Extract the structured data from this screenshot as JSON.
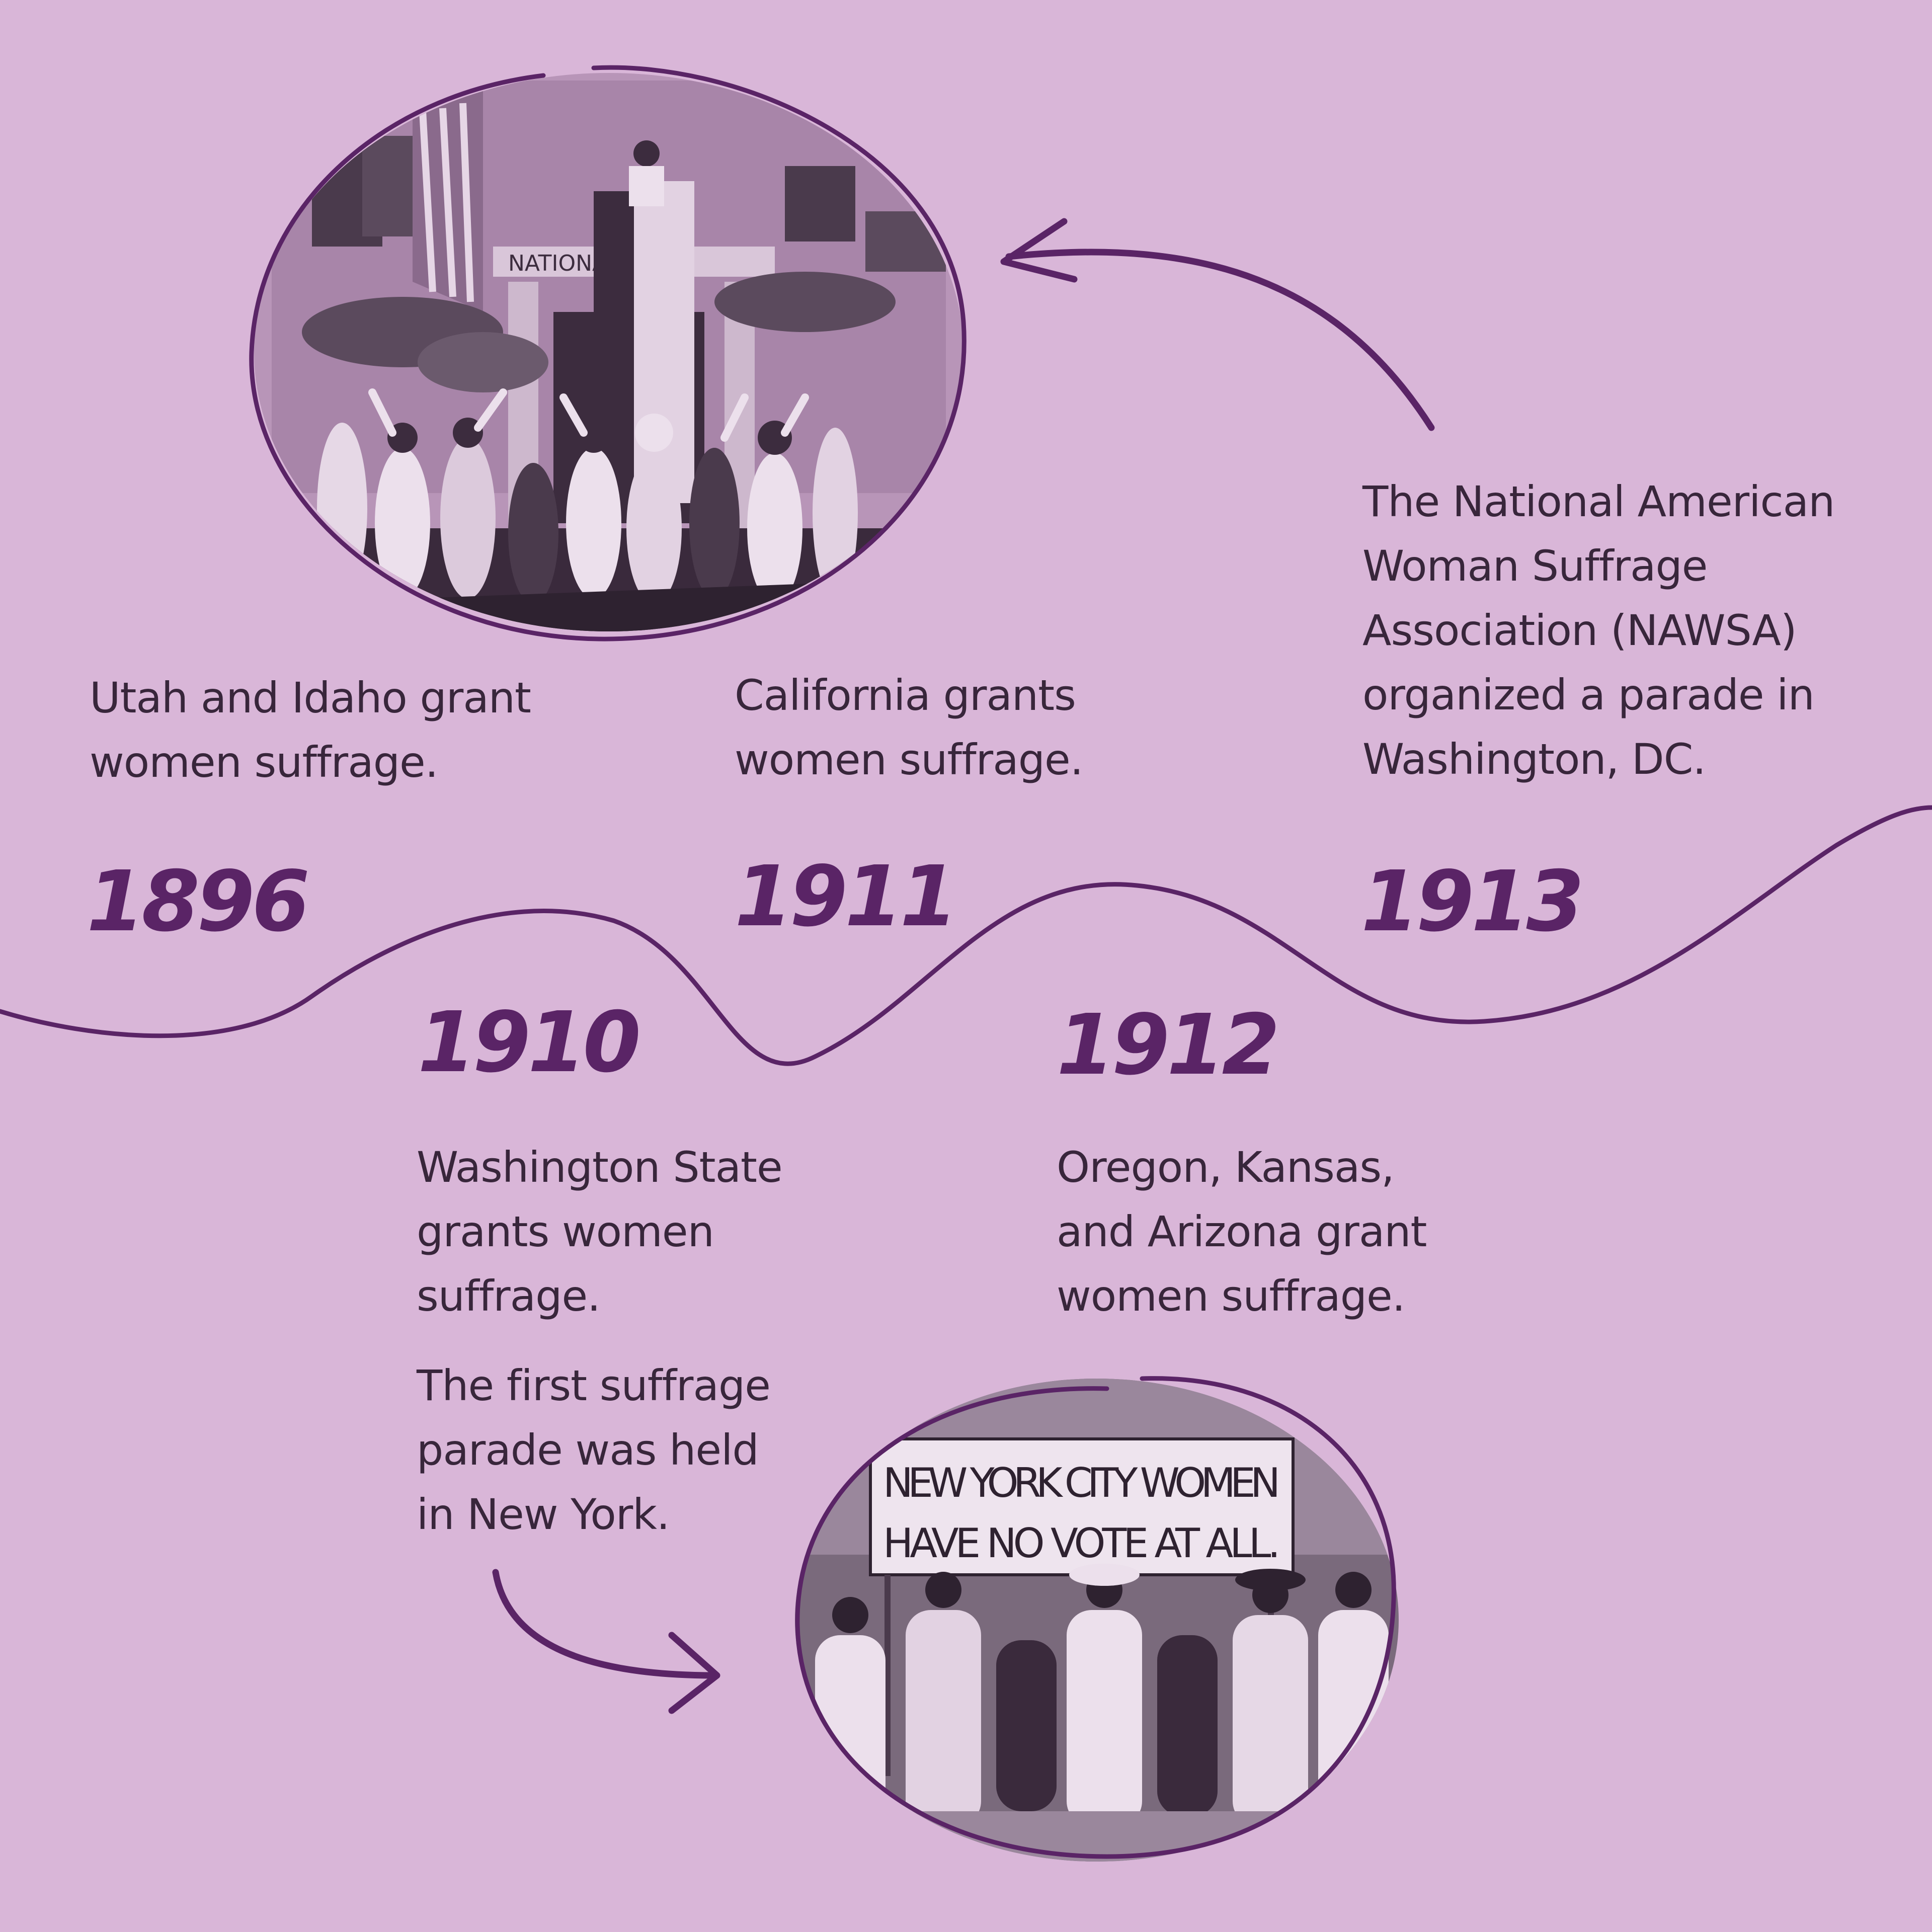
{
  "colors": {
    "background": "#d9b6d8",
    "accent": "#5a2466",
    "text": "#38263b",
    "photo_tint": "#b895b8"
  },
  "events": [
    {
      "year": "1896",
      "description": "Utah and Idaho grant\nwomen suffrage."
    },
    {
      "year": "1910",
      "description": "Washington State\ngrants women\nsuffrage."
    },
    {
      "year": "1910",
      "description": "The first suffrage\nparade was held\nin New York."
    },
    {
      "year": "1911",
      "description": "California grants\nwomen suffrage."
    },
    {
      "year": "1912",
      "description": "Oregon, Kansas,\nand Arizona grant\nwomen suffrage."
    },
    {
      "year": "1913",
      "description": "The National American\nWoman Suffrage\nAssociation (NAWSA)\norganized a parade in\nWashington, DC."
    }
  ],
  "photos": {
    "top": {
      "subject": "suffragists-at-building-photo",
      "sign_text": "NATIONAL"
    },
    "bottom": {
      "subject": "suffrage-parade-photo",
      "banner_line_1": "NEW YORK CITY WOMEN",
      "banner_line_2": "HAVE NO VOTE AT ALL."
    }
  }
}
